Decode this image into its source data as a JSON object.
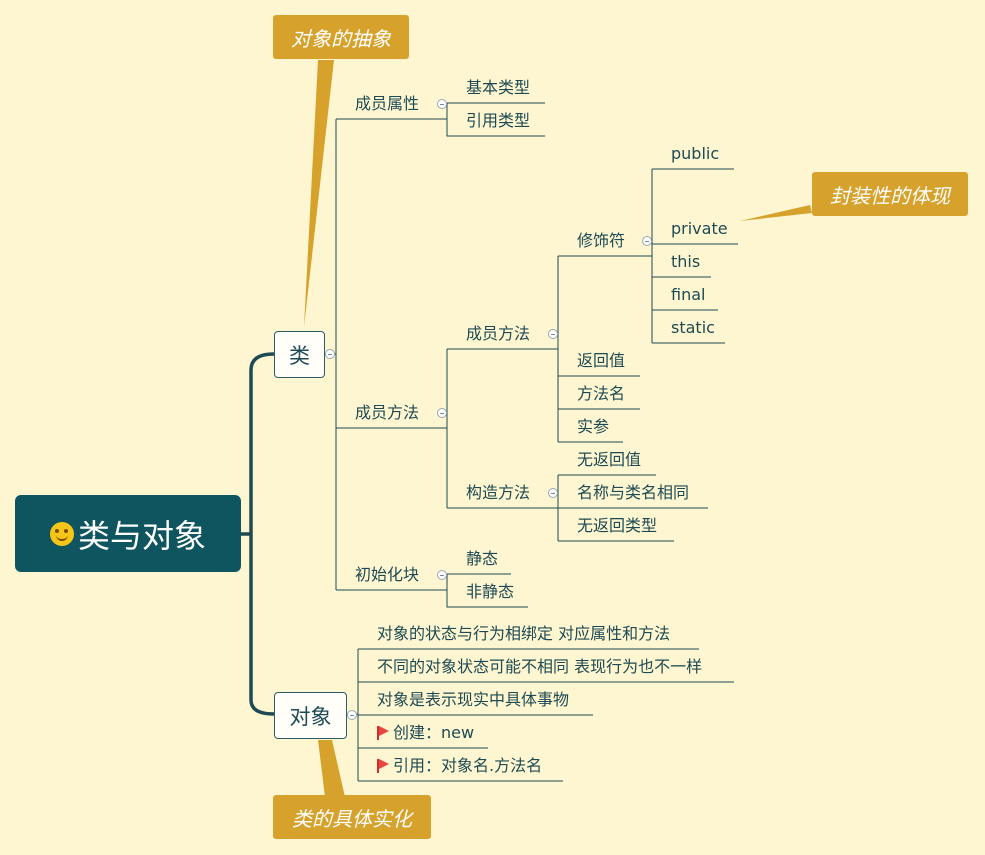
{
  "root": {
    "label": "类与对象",
    "icon": "smiley-icon"
  },
  "class_node": {
    "label": "类",
    "callout": "对象的抽象",
    "member_attributes": {
      "label": "成员属性",
      "children": [
        "基本类型",
        "引用类型"
      ]
    },
    "member_methods": {
      "label": "成员方法",
      "sub_member_method": {
        "label": "成员方法",
        "modifier": {
          "label": "修饰符",
          "children": [
            "public",
            "private",
            "this",
            "final",
            "static"
          ],
          "callout": "封装性的体现"
        },
        "others": [
          "返回值",
          "方法名",
          "实参"
        ]
      },
      "constructor": {
        "label": "构造方法",
        "children": [
          "无返回值",
          "名称与类名相同",
          "无返回类型"
        ]
      }
    },
    "init_block": {
      "label": "初始化块",
      "children": [
        "静态",
        "非静态"
      ]
    }
  },
  "object_node": {
    "label": "对象",
    "callout": "类的具体实化",
    "children": [
      "对象的状态与行为相绑定 对应属性和方法",
      "不同的对象状态可能不相同 表现行为也不一样",
      "对象是表示现实中具体事物",
      "创建：new",
      "引用：对象名.方法名"
    ]
  },
  "colors": {
    "background": "#fef6d0",
    "root": "#0e5560",
    "line": "#1d4a54",
    "callout": "#d6a22c",
    "flag": "#e8473f"
  }
}
